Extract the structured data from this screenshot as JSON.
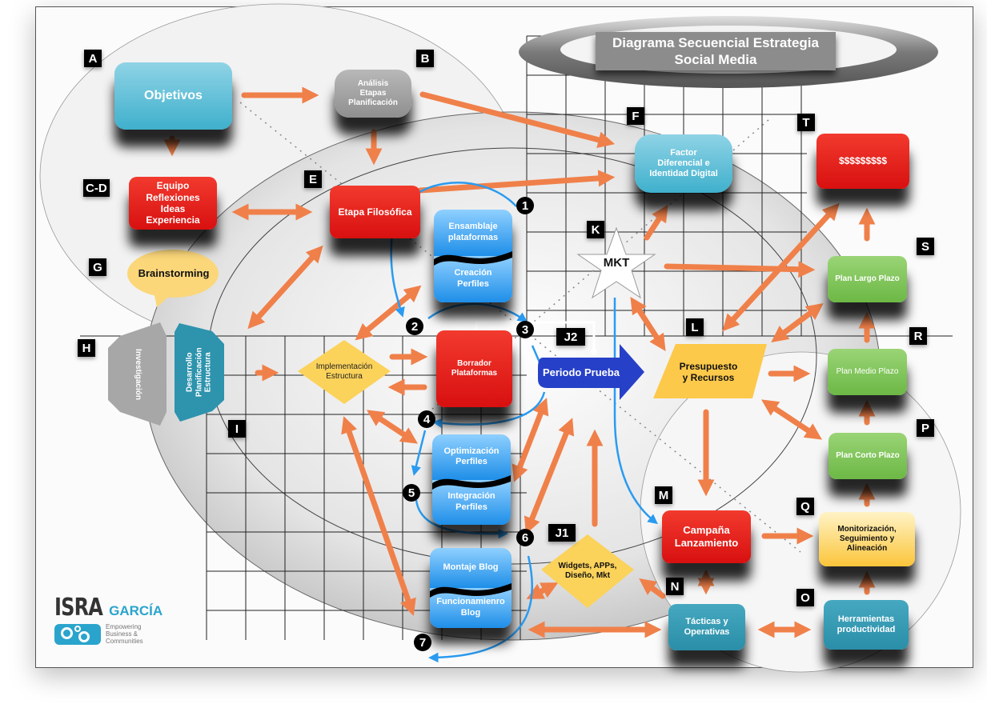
{
  "title": {
    "line1": "Diagrama Secuencial  Estrategia",
    "line2": "Social Media"
  },
  "nodes": {
    "objetivos": "Objetivos",
    "analisis": [
      "Análisis",
      "Etapas",
      "Planificación"
    ],
    "equipo": [
      "Equipo",
      "Reflexiones",
      "Ideas",
      "Experiencia"
    ],
    "etapa_filosofica": "Etapa Filosófica",
    "brainstorming": "Brainstorming",
    "investigacion": "Investigación",
    "desarrollo": [
      "Desarrollo",
      "Planificación",
      "Estructura"
    ],
    "implementacion": [
      "Implementación",
      "Estructura"
    ],
    "ensamblaje": [
      "Ensamblaje",
      "plataformas"
    ],
    "creacion": [
      "Creación",
      "Perfiles"
    ],
    "borrador": [
      "Borrador",
      "Plataformas"
    ],
    "periodo_prueba": "Periodo Prueba",
    "optimizacion": [
      "Optimización",
      "Perfiles"
    ],
    "integracion": [
      "Integración",
      "Perfiles"
    ],
    "montaje_blog": "Montaje Blog",
    "funcionamiento_blog": [
      "Funcionamienro",
      "Blog"
    ],
    "widgets": [
      "Widgets, APPs,",
      "Diseño, Mkt"
    ],
    "factor": [
      "Factor",
      "Diferencial e",
      "Identidad Digital"
    ],
    "mkt": "MKT",
    "dinero": "$$$$$$$$$",
    "plan_largo": "Plan Largo Plazo",
    "plan_medio": "Plan Medio Plazo",
    "plan_corto": "Plan Corto Plazo",
    "presupuesto": [
      "Presupuesto",
      "y Recursos"
    ],
    "campana": [
      "Campaña",
      "Lanzamiento"
    ],
    "monitorizacion": [
      "Monitorización,",
      "Seguimiento y",
      "Alineación"
    ],
    "tacticas": [
      "Tácticas y",
      "Operativas"
    ],
    "herramientas": [
      "Herramientas",
      "productividad"
    ]
  },
  "letters": {
    "A": "A",
    "B": "B",
    "CD": "C-D",
    "E": "E",
    "F": "F",
    "G": "G",
    "H": "H",
    "I": "I",
    "J1": "J1",
    "J2": "J2",
    "K": "K",
    "L": "L",
    "M": "M",
    "N": "N",
    "O": "O",
    "P": "P",
    "Q": "Q",
    "R": "R",
    "S": "S",
    "T": "T"
  },
  "steps": [
    "1",
    "2",
    "3",
    "4",
    "5",
    "6",
    "7"
  ],
  "logo": {
    "name1": "ISRA",
    "name2": "GARCÍA",
    "tagline": [
      "Empowering",
      "Business &",
      "Communities"
    ]
  },
  "colors": {
    "arrow": "#f0804a",
    "flow": "#2a9bf0",
    "cyan": "#3fb0cc",
    "red": "#e01818",
    "green": "#7cc250",
    "teal": "#2e93ad",
    "yellow": "#fbc53a"
  }
}
